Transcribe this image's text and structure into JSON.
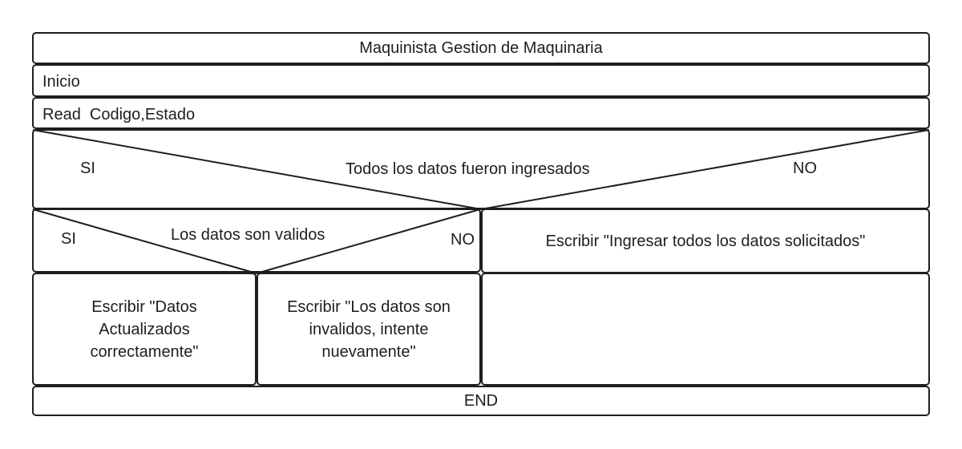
{
  "diagram": {
    "title": "Maquinista Gestion de Maquinaria",
    "start": "Inicio",
    "read": "Read  Codigo,Estado",
    "condition1": {
      "question": "Todos los datos fueron ingresados",
      "yes": "SI",
      "no": "NO"
    },
    "condition2": {
      "question": "Los datos son validos",
      "yes": "SI",
      "no": "NO"
    },
    "write_missing": "Escribir \"Ingresar todos los datos solicitados\"",
    "write_ok": "Escribir \"Datos Actualizados correctamente\"",
    "write_invalid": "Escribir \"Los datos son invalidos, intente nuevamente\"",
    "end": "END"
  }
}
